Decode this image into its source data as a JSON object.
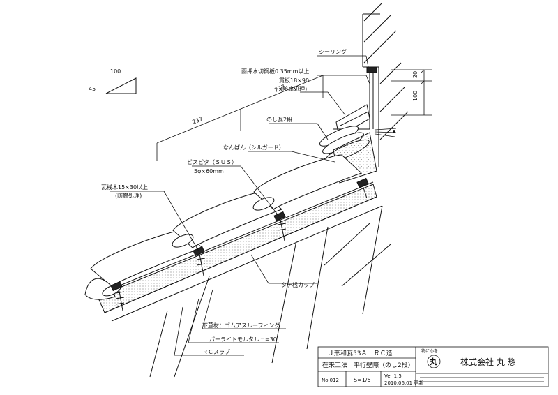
{
  "labels": {
    "sealing": "シーリング",
    "flashing": "雨押水切鋼板0.35mm以上",
    "board": "貫板18×90",
    "board_note": "(防腐処理)",
    "noshi": "のし瓦2段",
    "nanban": "なんばん（シルガード）",
    "screw": "ビスピタ（ＳＵＳ）",
    "screw_spec": "5φ×60mm",
    "batten": "瓦桟木15×30以上",
    "batten_note": "(防腐処理)",
    "tate": "タテ桟カップ",
    "underlay": "下葺材：ゴムアスルーフィング",
    "mortar": "パーライトモルタルｔ=30",
    "slab": "ＲＣスラブ"
  },
  "dims": {
    "d237a": "237",
    "d237b": "237",
    "d20": "20",
    "d100": "100",
    "slope_run": "100",
    "slope_rise": "45"
  },
  "title_block": {
    "title": "Ｊ形和瓦53Ａ　ＲＣ造",
    "subtitle": "在来工法　平行壁際（のし2段）",
    "number": "No.012",
    "scale": "S=1/5",
    "version": "Ver 1.5",
    "date": "2010.06.01 更新",
    "tagline": "物に心を",
    "logo_char": "丸",
    "company": "株式会社 丸 惣"
  },
  "colors": {
    "line": "#111111",
    "fill_hatch": "#999999"
  }
}
